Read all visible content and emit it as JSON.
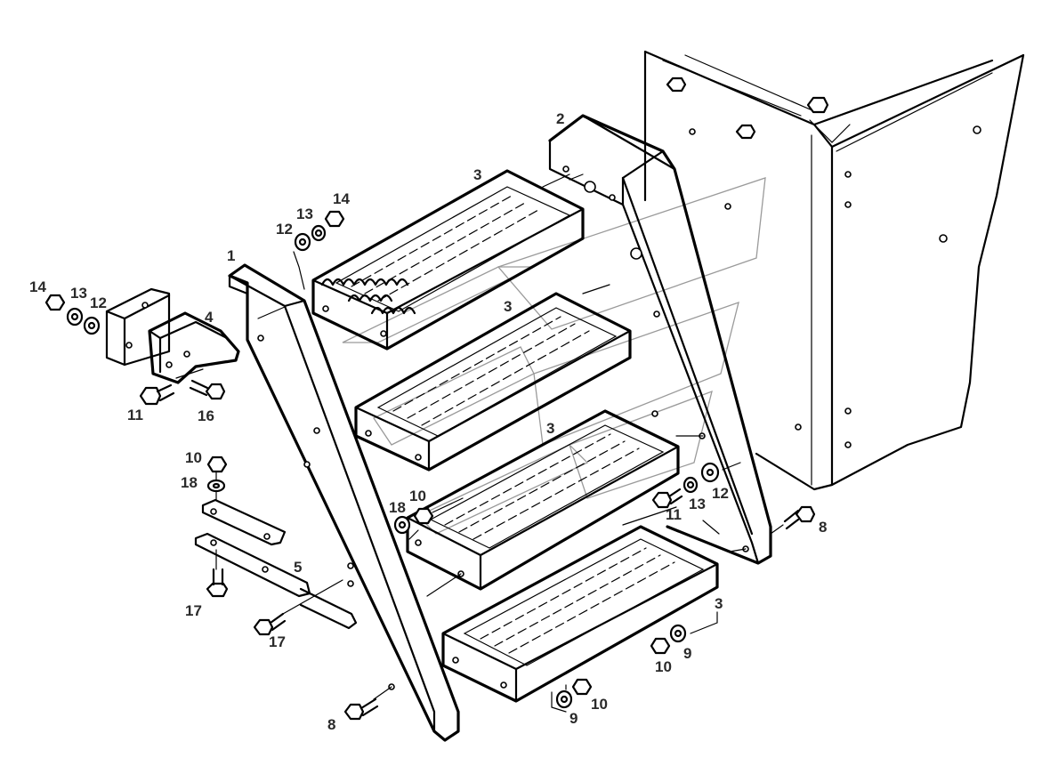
{
  "labels": {
    "l1": "1",
    "l2": "2",
    "l3a": "3",
    "l3b": "3",
    "l3c": "3",
    "l3d": "3",
    "l4": "4",
    "l5": "5",
    "l8a": "8",
    "l8b": "8",
    "l9a": "9",
    "l9b": "9",
    "l10a": "10",
    "l10b": "10",
    "l10c": "10",
    "l10d": "10",
    "l11a": "11",
    "l11b": "11",
    "l12a": "12",
    "l12b": "12",
    "l12c": "12",
    "l13a": "13",
    "l13b": "13",
    "l13c": "13",
    "l14a": "14",
    "l14b": "14",
    "l16": "16",
    "l17a": "17",
    "l17b": "17",
    "l18a": "18",
    "l18b": "18"
  }
}
